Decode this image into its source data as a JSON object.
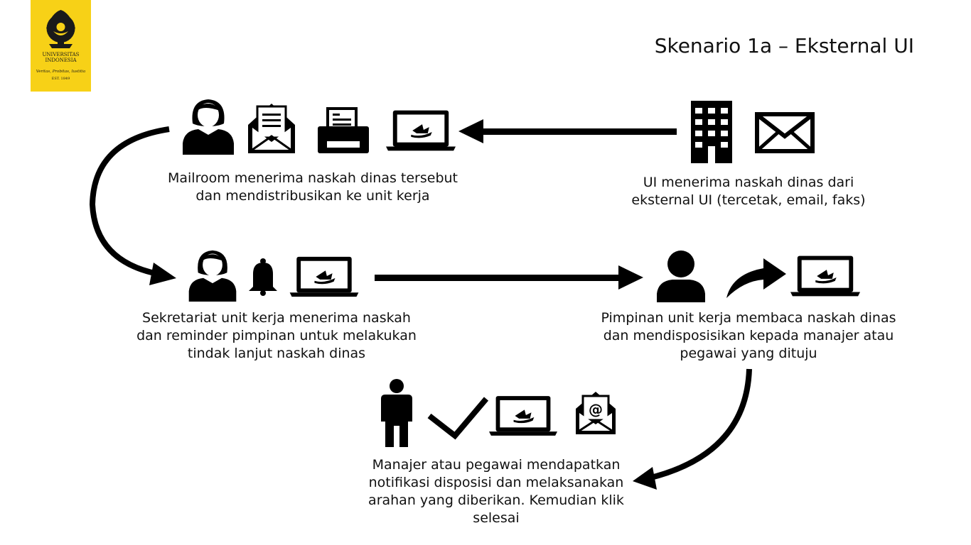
{
  "logo": {
    "name_line1": "UNIVERSITAS",
    "name_line2": "INDONESIA",
    "motto": "Veritas, Probitas, Iustitia",
    "est": "EST. 1849"
  },
  "title": "Skenario 1a – Eksternal UI",
  "steps": [
    {
      "caption_lines": [
        "UI menerima naskah dinas dari",
        "eksternal UI (tercetak, email, faks)"
      ]
    },
    {
      "caption_lines": [
        "Mailroom menerima naskah dinas tersebut",
        "dan mendistribusikan ke unit kerja"
      ]
    },
    {
      "caption_lines": [
        "Sekretariat unit kerja menerima naskah",
        "dan reminder pimpinan untuk melakukan",
        "tindak lanjut naskah dinas"
      ]
    },
    {
      "caption_lines": [
        "Pimpinan unit kerja membaca naskah dinas",
        "dan mendisposisikan kepada manajer atau",
        "pegawai yang dituju"
      ]
    },
    {
      "caption_lines": [
        "Manajer atau pegawai mendapatkan",
        "notifikasi disposisi dan melaksanakan",
        "arahan yang diberikan. Kemudian klik",
        "selesai"
      ]
    }
  ],
  "icon_names": [
    "building-icon",
    "envelope-icon",
    "woman-icon",
    "open-mail-icon",
    "printer-icon",
    "laptop-icon",
    "bell-icon",
    "person-icon",
    "forward-arrow-icon",
    "standing-man-icon",
    "checkmark-icon",
    "email-at-icon"
  ]
}
